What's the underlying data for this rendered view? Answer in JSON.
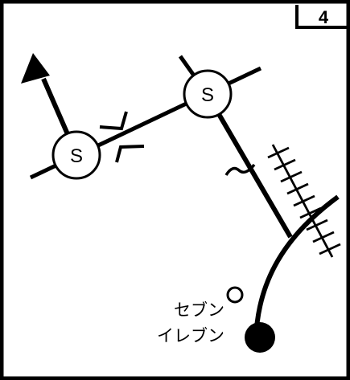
{
  "map": {
    "panel_number": "4",
    "signals": [
      {
        "label": "S"
      },
      {
        "label": "S"
      }
    ],
    "landmark": {
      "name_line1": "セブン",
      "name_line2": "イレブン"
    },
    "symbols": {
      "direction": "arrow-icon",
      "signal": "traffic-signal-icon",
      "bridge": "bridge-icon",
      "railway": "railway-crossing-icon",
      "start": "start-point-icon",
      "landmark": "convenience-store-icon"
    },
    "colors": {
      "line": "#000000",
      "background": "#ffffff"
    }
  }
}
